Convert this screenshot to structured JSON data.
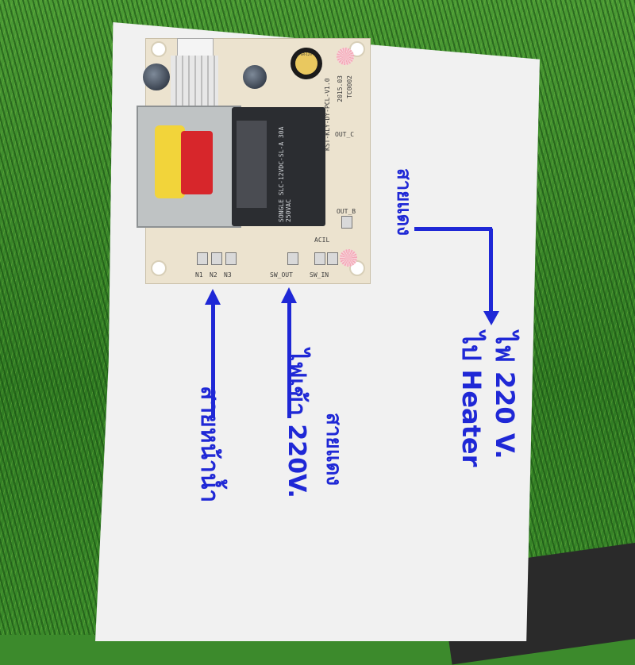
{
  "board": {
    "model_text": "KST-KLY-DY-PCL-V1.0",
    "date_text": "2015.03",
    "code_text": "TC0002",
    "labels": {
      "out_c": "OUT_C",
      "out_b": "OUT_B",
      "acl": "ACIL",
      "n1": "N1",
      "n2": "N2",
      "n3": "N3",
      "sw_out": "SW_OUT",
      "sw_in": "SW_IN"
    },
    "relay_text": "SONGLE SLC-12VDC-SL-A 30A 250VAC",
    "buzzer_text": "SR-12V"
  },
  "annotations": {
    "red_wire": "สายแดง",
    "heater_line1": "ไฟ 220 V.",
    "heater_line2": "ไป Heater",
    "input_line1": "สายแดง",
    "input_line2": "ไฟเข้า 220V.",
    "sensor": "สายหน้าน้ำ"
  },
  "colors": {
    "ink": "#1f28d6",
    "paper": "#f1f1f1",
    "grass": "#3c8a2c",
    "pcb": "#ece3cf",
    "relay": "#2b2d31",
    "transformer_coil_red": "#d7262b",
    "transformer_coil_yellow": "#f2d43a"
  }
}
